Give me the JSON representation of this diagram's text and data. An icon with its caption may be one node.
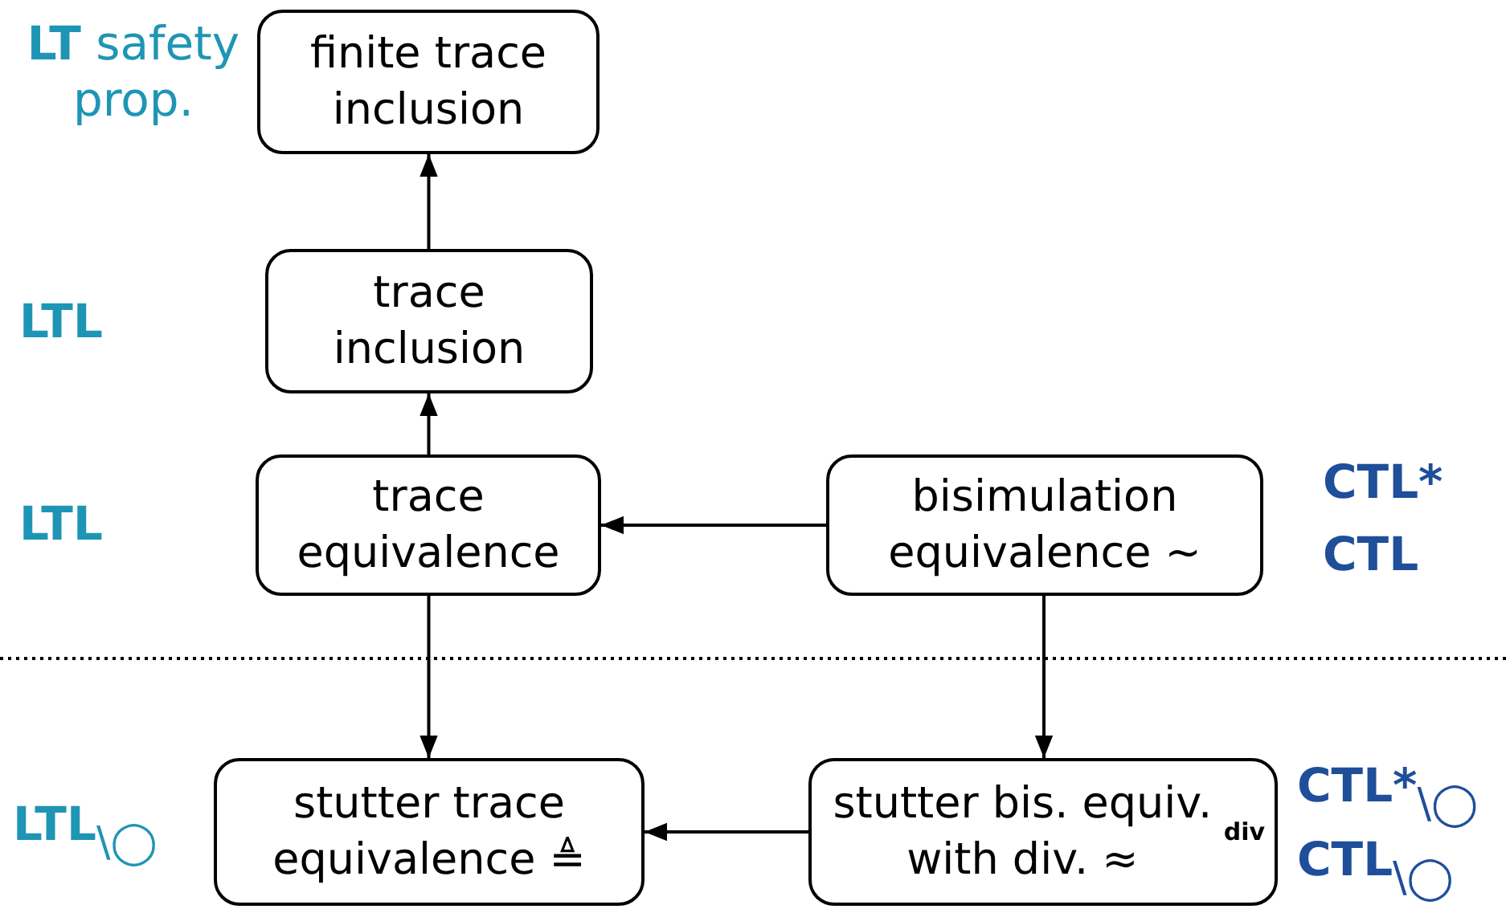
{
  "diagram": {
    "nodes": [
      {
        "text": [
          "finite trace inclusion"
        ]
      },
      {
        "text": [
          "trace inclusion"
        ]
      },
      {
        "text": [
          "trace equivalence"
        ]
      },
      {
        "text": [
          "bisimulation equivalence ∼"
        ]
      },
      {
        "text": [
          "stutter trace equivalence ≜"
        ]
      },
      {
        "text": [
          "stutter bis. equiv. with div. ≈$^{div}$"
        ]
      }
    ],
    "edges": [
      {
        "from": 1,
        "to": 0,
        "arrow": "to"
      },
      {
        "from": 2,
        "to": 1,
        "arrow": "to"
      },
      {
        "from": 3,
        "to": 2,
        "arrow": "to"
      },
      {
        "from": 2,
        "to": 4,
        "arrow": "to"
      },
      {
        "from": 3,
        "to": 5,
        "arrow": "to"
      },
      {
        "from": 5,
        "to": 4,
        "arrow": "to"
      }
    ],
    "labels": [
      "**LT** safety prop.",
      "LTL",
      "LTL",
      "CTL*",
      "CTL",
      "LTL$_{\\◯}$",
      "CTL*$_{\\◯}$",
      "CTL$_{\\◯}$"
    ]
  }
}
